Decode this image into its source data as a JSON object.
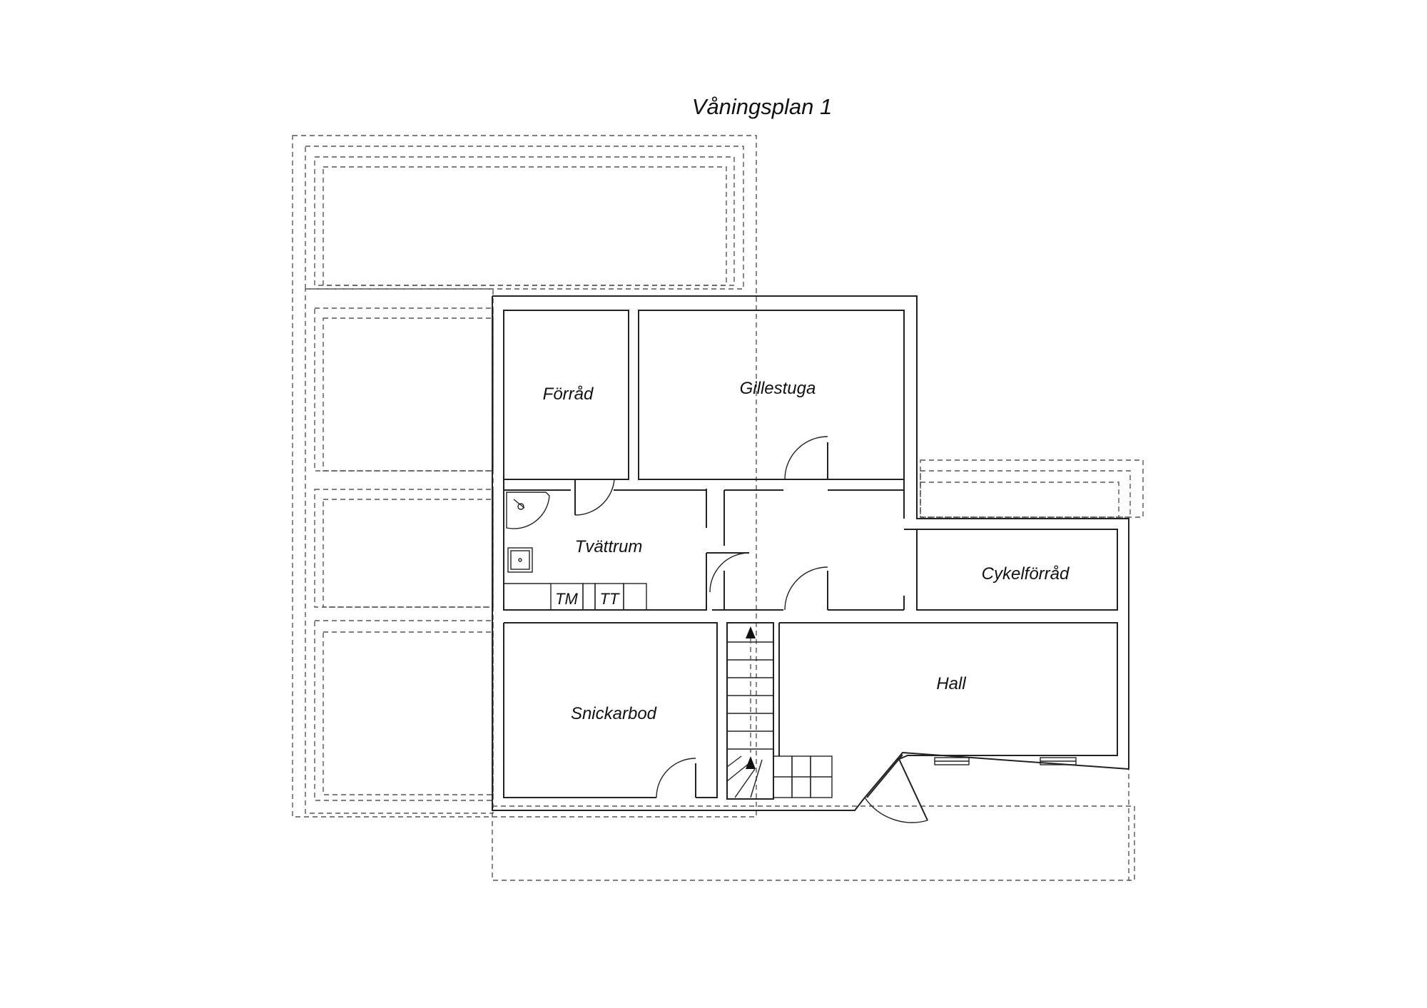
{
  "title": "Våningsplan 1",
  "rooms": {
    "forrad": "Förråd",
    "gillestuga": "Gillestuga",
    "tvattrum": "Tvättrum",
    "cykelforrad": "Cykelförråd",
    "hall": "Hall",
    "snickarbod": "Snickarbod"
  },
  "appliances": {
    "washing_machine": "TM",
    "tumble_dryer": "TT"
  },
  "colors": {
    "line": "#222222",
    "dashed_outline": "#555555",
    "background": "#ffffff"
  }
}
